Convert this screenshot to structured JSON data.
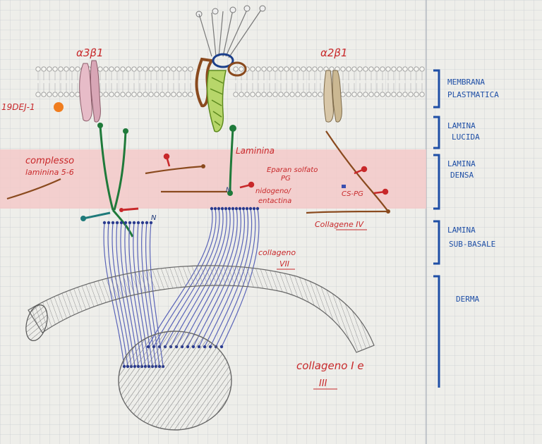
{
  "labels": {
    "a3b1": "α3β1",
    "a2b1": "α2β1",
    "dej": "19DEJ-1",
    "complesso1": "complesso",
    "complesso2": "laminina 5-6",
    "laminina": "Laminina",
    "eparan1": "Eparan solfato",
    "eparan2": "PG",
    "nidogeno1": "nidogeno/",
    "nidogeno2": "entactina",
    "cspg": "CS-PG",
    "col4": "Collagene IV",
    "col7a": "collageno",
    "col7b": "VII",
    "col1a": "collageno I e",
    "col1b": "III",
    "n1": "N",
    "n2": "N"
  },
  "layers": [
    {
      "line1": "MEMBRANA",
      "line2": "PLASTMATICA"
    },
    {
      "line1": "LAMINA",
      "line2": "LUCIDA"
    },
    {
      "line1": "LAMINA",
      "line2": "DENSA"
    },
    {
      "line1": "LAMINA",
      "line2": "SUB-BASALE"
    },
    {
      "line1": "DERMA",
      "line2": ""
    }
  ],
  "colors": {
    "red": "#c8282a",
    "blue": "#1f4fa6",
    "densa": "#f3c9c9",
    "green": "#1f7a3a",
    "brown": "#8a4a1e"
  }
}
